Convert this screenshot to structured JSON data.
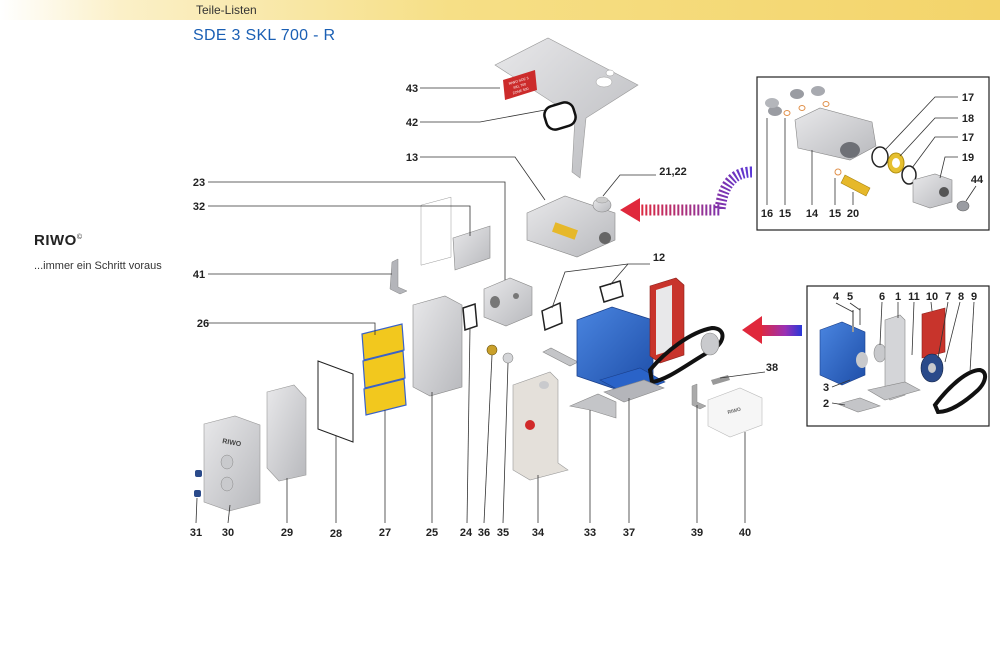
{
  "header": {
    "section_title": "Teile-Listen",
    "model": "SDE 3  SKL 700 - R"
  },
  "brand": {
    "logo_text": "RIWO",
    "registered": "©",
    "slogan": "...immer ein Schritt voraus"
  },
  "colors": {
    "title_blue": "#1a5fb4",
    "part_blue": "#2a63c8",
    "part_yellow": "#f2c81e",
    "part_red": "#c8342c",
    "arrow_red": "#e0283c",
    "arrow_blue": "#2838d8"
  },
  "part_labels": {
    "p43": "43",
    "p42": "42",
    "p13": "13",
    "p2122": "21,22",
    "p23": "23",
    "p32": "32",
    "p41": "41",
    "p12": "12",
    "p26": "26",
    "p38": "38",
    "p31": "31",
    "p30": "30",
    "p29": "29",
    "p28": "28",
    "p27": "27",
    "p25": "25",
    "p24": "24",
    "p36": "36",
    "p35": "35",
    "p34": "34",
    "p33": "33",
    "p37": "37",
    "p39": "39",
    "p40": "40",
    "d17a": "17",
    "d18": "18",
    "d17b": "17",
    "d19": "19",
    "d44": "44",
    "d16": "16",
    "d15a": "15",
    "d14": "14",
    "d15b": "15",
    "d20": "20",
    "e4": "4",
    "e5": "5",
    "e6": "6",
    "e1": "1",
    "e11": "11",
    "e10": "10",
    "e7": "7",
    "e8": "8",
    "e9": "9",
    "e3": "3",
    "e2": "2"
  },
  "plate_text": {
    "line1": "RIWO SDE 3",
    "line2": "SKL 700",
    "line3": "ZONE 500"
  },
  "bin_logo": "RIWO",
  "cover_logo": "RIWO"
}
